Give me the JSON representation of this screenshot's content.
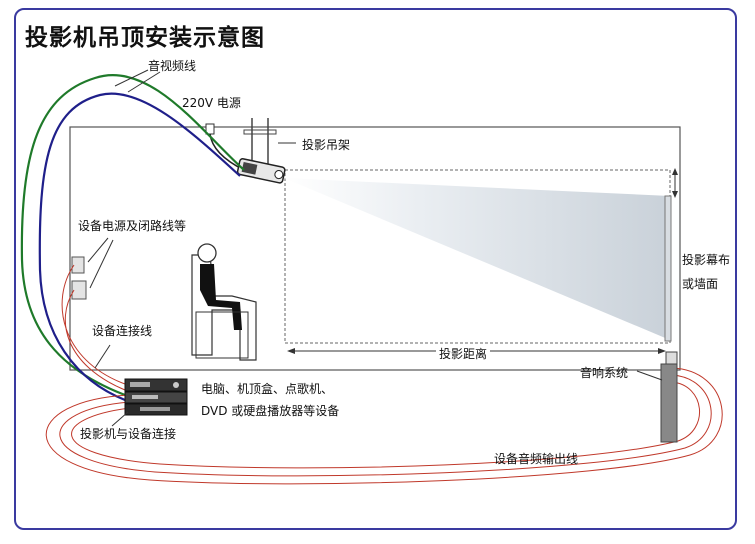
{
  "title": "投影机吊顶安装示意图",
  "labels": {
    "av_cable": "音视频线",
    "power_220v": "220V 电源",
    "mount": "投影吊架",
    "device_power": "设备电源及闭路线等",
    "device_cable": "设备连接线",
    "screen_line1": "投影幕布",
    "screen_line2": "或墙面",
    "distance": "投影距离",
    "audio_system": "音响系统",
    "devices_line1": "电脑、机顶盒、点歌机、",
    "devices_line2": "DVD 或硬盘播放器等设备",
    "projector_connect": "投影机与设备连接",
    "audio_out": "设备音频输出线"
  },
  "colors": {
    "frame": "#3a3aa0",
    "green_cable": "#1f7a2a",
    "blue_cable": "#1f1f8a",
    "red_cable": "#c0392b"
  }
}
